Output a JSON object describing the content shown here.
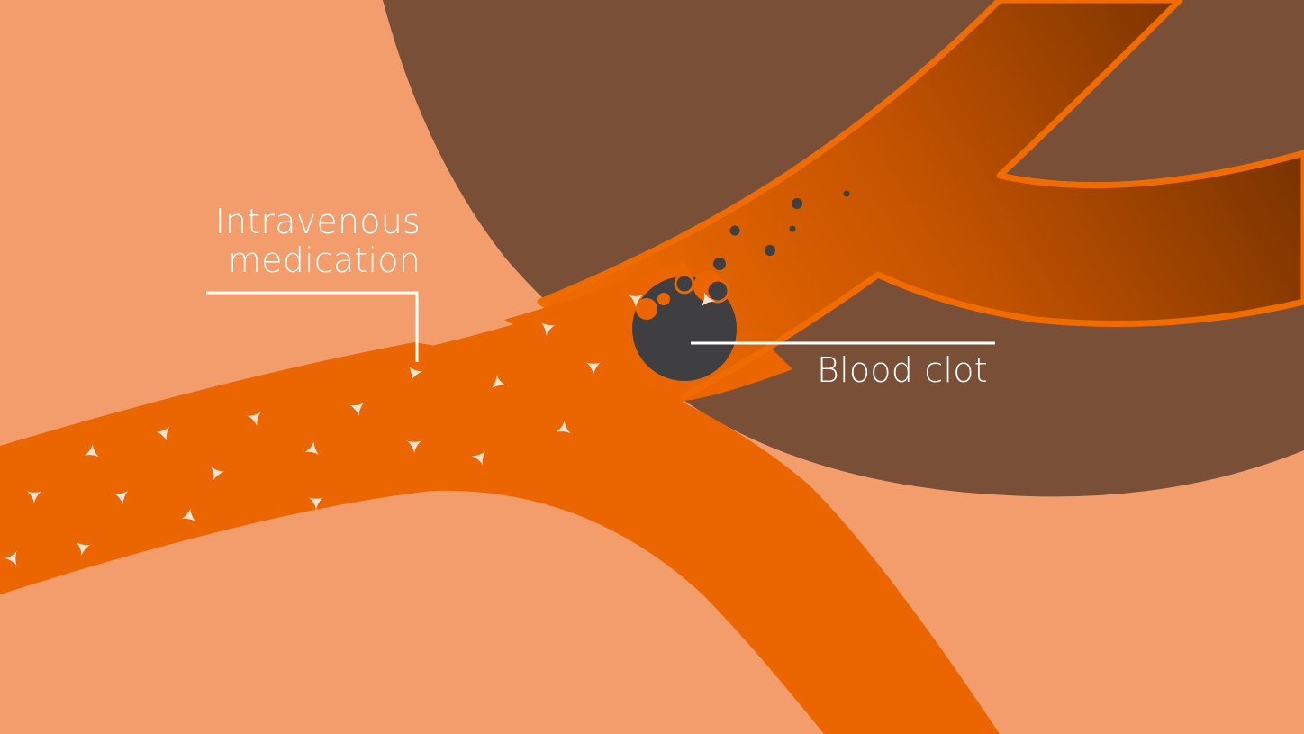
{
  "diagram": {
    "subject": "Blood vessel with clot and intravenous medication",
    "labels": {
      "medication_line1": "Intravenous",
      "medication_line2": "medication",
      "clot": "Blood clot"
    },
    "colors": {
      "background": "#f29d6b",
      "tissue": "#7a4f37",
      "vessel": "#eb6600",
      "vessel_dark": "#6f2f00",
      "vessel_outline": "#f06c00",
      "clot": "#3f3f41",
      "medication_particle": "#fbe3d3",
      "callout_line": "#ffffff",
      "text": "#ffffff"
    },
    "elements": [
      {
        "name": "blood-vessel",
        "description": "Large orange vessel from lower-left branching up-right"
      },
      {
        "name": "blood-clot",
        "description": "Dark gray circle lodged in vessel near branch point"
      },
      {
        "name": "clot-fragments",
        "description": "Small dark dots dispersing downstream"
      },
      {
        "name": "medication-particles",
        "description": "Light tri-pointed particles flowing toward the clot"
      }
    ]
  }
}
